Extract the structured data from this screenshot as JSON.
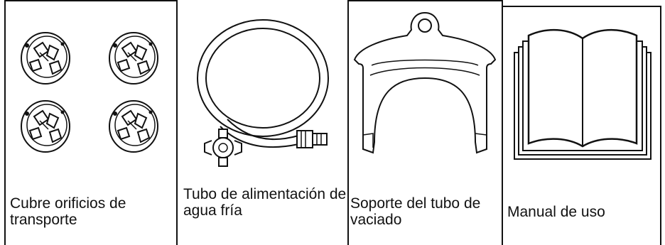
{
  "items": [
    {
      "caption": "Cubre orificios de transporte",
      "icon": "transport-hole-covers"
    },
    {
      "caption": "Tubo de alimentación de agua fría",
      "icon": "cold-water-inlet-hose"
    },
    {
      "caption": "Soporte del tubo de vaciado",
      "icon": "drain-hose-holder"
    },
    {
      "caption": "Manual de uso",
      "icon": "user-manual"
    }
  ]
}
